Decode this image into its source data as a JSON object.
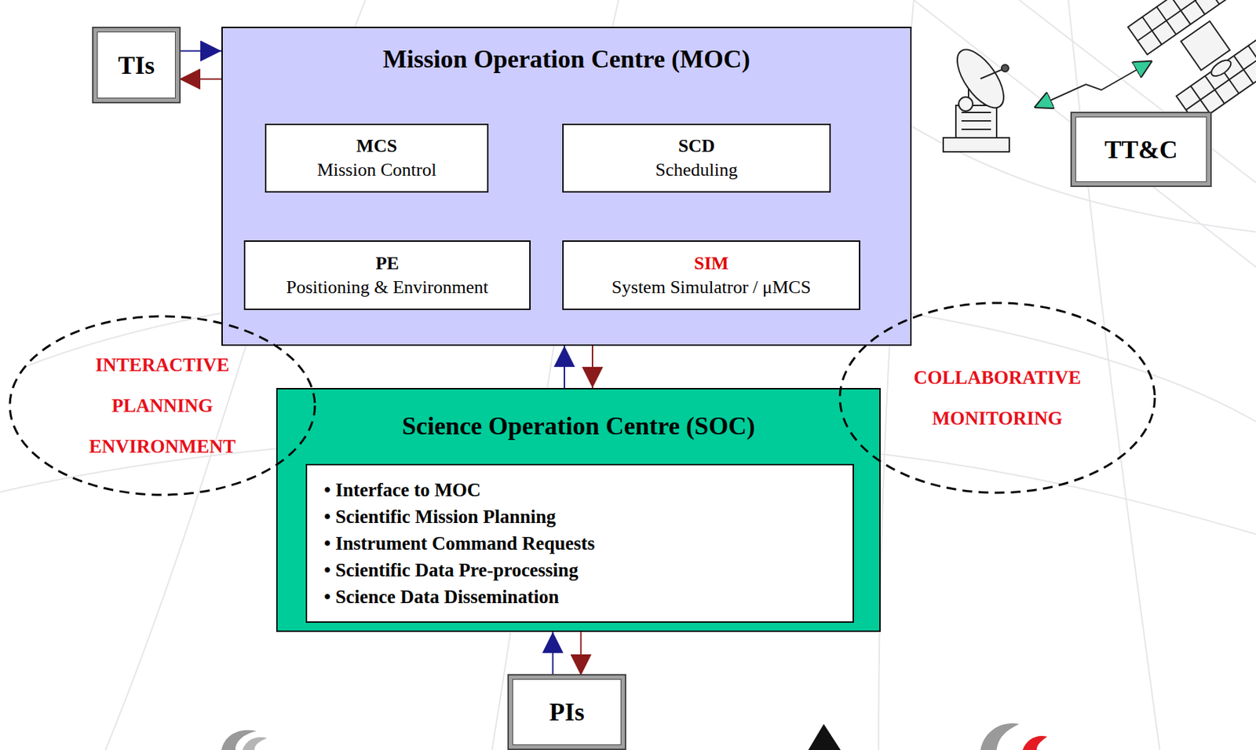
{
  "diagram": {
    "nodes": [
      {
        "text": [
          "TIs"
        ]
      },
      {
        "text": [
          "Mission Operation Centre (MOC)"
        ]
      },
      {
        "text": [
          "MCS",
          "Mission Control"
        ],
        "in": 1
      },
      {
        "text": [
          "SCD",
          "Scheduling"
        ],
        "in": 1
      },
      {
        "text": [
          "PE",
          "Positioning & Environment"
        ],
        "in": 1
      },
      {
        "text": [
          "SIM",
          "System Simulatror / μMCS"
        ],
        "in": 1
      },
      {
        "text": [
          "TT&C"
        ]
      },
      {
        "text": [
          "INTERACTIVE PLANNING ENVIRONMENT"
        ]
      },
      {
        "text": [
          "Science Operation Centre (SOC)"
        ]
      },
      {
        "text": [
          "• Interface to MOC",
          "• Scientific Mission Planning",
          "• Instrument Command Requests",
          "• Scientific Data Pre-processing",
          "• Science Data Dissemination"
        ],
        "in": 8
      },
      {
        "text": [
          "COLLABORATIVE MONITORING"
        ]
      },
      {
        "text": [
          "PIs"
        ]
      }
    ],
    "edges": [
      {
        "from": 0,
        "to": 1,
        "arrow": "both"
      },
      {
        "from": 8,
        "to": 1,
        "arrow": "both"
      },
      {
        "from": 11,
        "to": 8,
        "arrow": "both"
      }
    ]
  }
}
